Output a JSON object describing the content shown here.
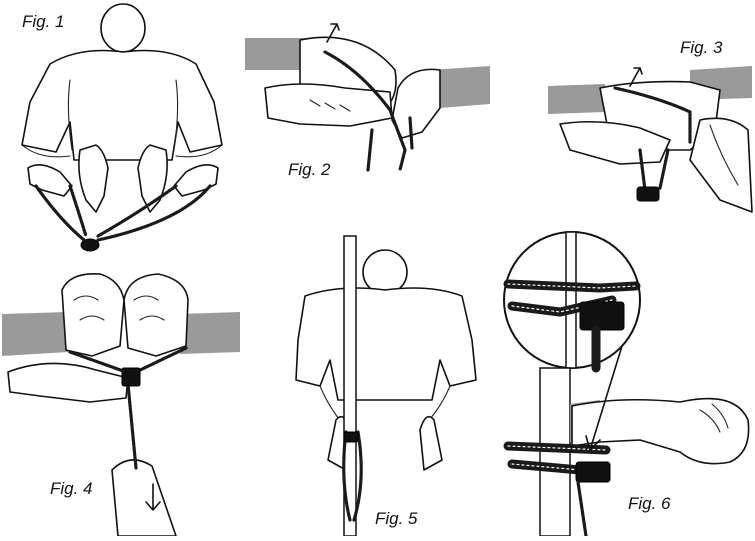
{
  "figures": [
    {
      "label": "Fig. 1"
    },
    {
      "label": "Fig. 2"
    },
    {
      "label": "Fig. 3"
    },
    {
      "label": "Fig. 4"
    },
    {
      "label": "Fig. 5"
    },
    {
      "label": "Fig. 6"
    }
  ],
  "colors": {
    "ink": "#111111",
    "sleeve_gray": "#9a9a9a",
    "background": "#ffffff"
  }
}
